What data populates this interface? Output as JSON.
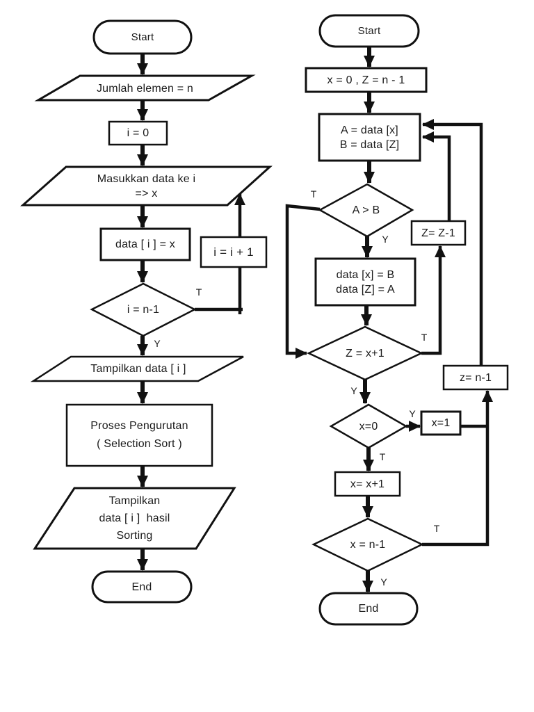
{
  "colors": {
    "ink": "#111111",
    "background": "#ffffff"
  },
  "left_chart": {
    "nodes": {
      "start": "Start",
      "input_count": "Jumlah elemen = n",
      "init": "i = 0",
      "input_line1": "Masukkan data ke i",
      "input_line2": "=> x",
      "assign": "data [ i ] = x",
      "increment": "i = i + 1",
      "check": "i = n-1",
      "display": "Tampilkan data [ i ]",
      "process_line1": "Proses Pengurutan",
      "process_line2": "( Selection Sort )",
      "result_line1": "Tampilkan",
      "result_line2": "data [ i ]  hasil",
      "result_line3": "Sorting",
      "end": "End"
    },
    "branch_labels": {
      "check_true": "T",
      "check_yes": "Y"
    }
  },
  "right_chart": {
    "nodes": {
      "start": "Start",
      "init": "x = 0 , Z = n - 1",
      "load_line1": "A = data [x]",
      "load_line2": "B = data [Z]",
      "compare": "A > B",
      "swap_line1": "data [x] = B",
      "swap_line2": "data [Z] = A",
      "dec_z": "Z= Z-1",
      "check_z": "Z = x+1",
      "check_x0": "x=0",
      "set_x1": "x=1",
      "reset_z": "z= n-1",
      "inc_x": "x= x+1",
      "check_xn": "x = n-1",
      "end": "End"
    },
    "branch_labels": {
      "compare_true": "T",
      "compare_yes": "Y",
      "check_z_true": "T",
      "check_z_yes": "Y",
      "check_x0_yes": "Y",
      "check_x0_true": "T",
      "check_xn_true": "T",
      "check_xn_yes": "Y"
    }
  }
}
